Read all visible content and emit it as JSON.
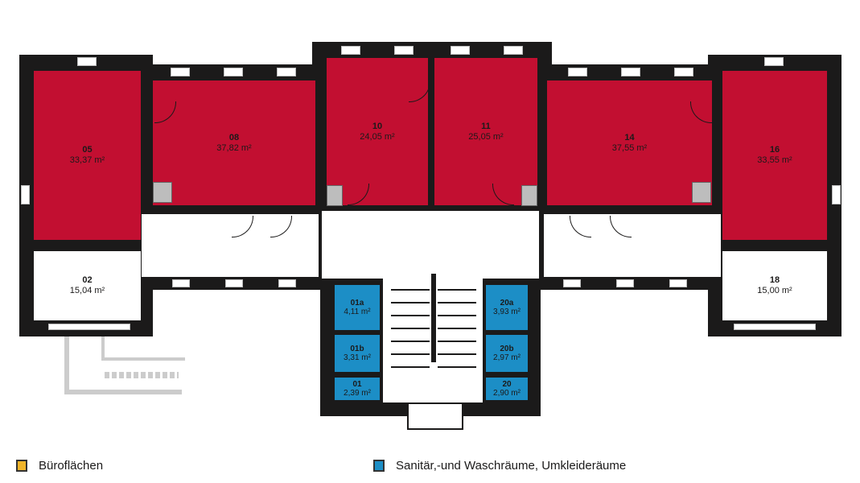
{
  "colors": {
    "office": "#c20f31",
    "sanitary": "#1c8ec6",
    "legend_office": "#f0b429",
    "wall": "#1b1a1a"
  },
  "rooms": {
    "r05": {
      "id": "05",
      "area": "33,37 m²"
    },
    "r08": {
      "id": "08",
      "area": "37,82 m²"
    },
    "r10": {
      "id": "10",
      "area": "24,05 m²"
    },
    "r11": {
      "id": "11",
      "area": "25,05 m²"
    },
    "r14": {
      "id": "14",
      "area": "37,55 m²"
    },
    "r16": {
      "id": "16",
      "area": "33,55 m²"
    },
    "r02": {
      "id": "02",
      "area": "15,04 m²"
    },
    "r18": {
      "id": "18",
      "area": "15,00 m²"
    },
    "r01a": {
      "id": "01a",
      "area": "4,11 m²"
    },
    "r01b": {
      "id": "01b",
      "area": "3,31 m²"
    },
    "r01": {
      "id": "01",
      "area": "2,39 m²"
    },
    "r20a": {
      "id": "20a",
      "area": "3,93 m²"
    },
    "r20b": {
      "id": "20b",
      "area": "2,97 m²"
    },
    "r20": {
      "id": "20",
      "area": "2,90 m²"
    }
  },
  "legend": [
    {
      "label": "Büroflächen"
    },
    {
      "label": "Sanitär,-und Waschräume, Umkleideräume"
    }
  ]
}
